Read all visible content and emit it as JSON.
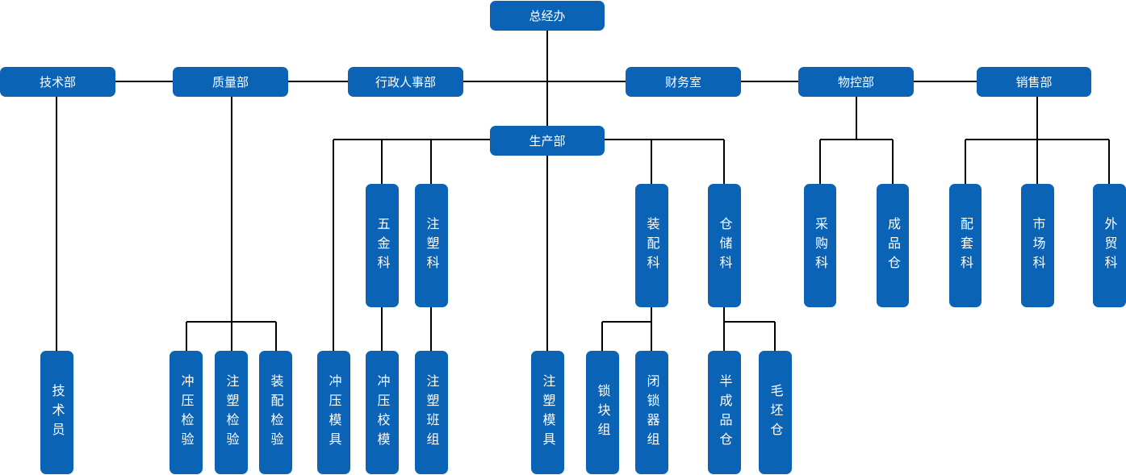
{
  "colors": {
    "node": "#0b63b6",
    "text": "#ffffff",
    "line": "#000000"
  },
  "org": {
    "top": "总经办",
    "departments": {
      "tech": "技术部",
      "quality": "质量部",
      "admin": "行政人事部",
      "finance": "财务室",
      "material": "物控部",
      "sales": "销售部",
      "production": "生产部"
    },
    "sections": {
      "hardware": "五金科",
      "injection": "注塑科",
      "assembly": "装配科",
      "warehouse": "仓储科",
      "purchase": "采购科",
      "finished": "成品仓",
      "matching": "配套科",
      "market": "市场科",
      "foreign": "外贸科"
    },
    "teams": {
      "technician": "技术员",
      "stamp_inspect": "冲压检验",
      "injection_inspect": "注塑检验",
      "assembly_inspect": "装配检验",
      "stamp_mold": "冲压模具",
      "stamp_calib": "冲压校模",
      "injection_shift": "注塑班组",
      "injection_mold": "注塑模具",
      "lock_block": "锁块组",
      "lock_device": "闭锁器组",
      "semi_finished": "半成品仓",
      "blank": "毛坯仓"
    }
  }
}
